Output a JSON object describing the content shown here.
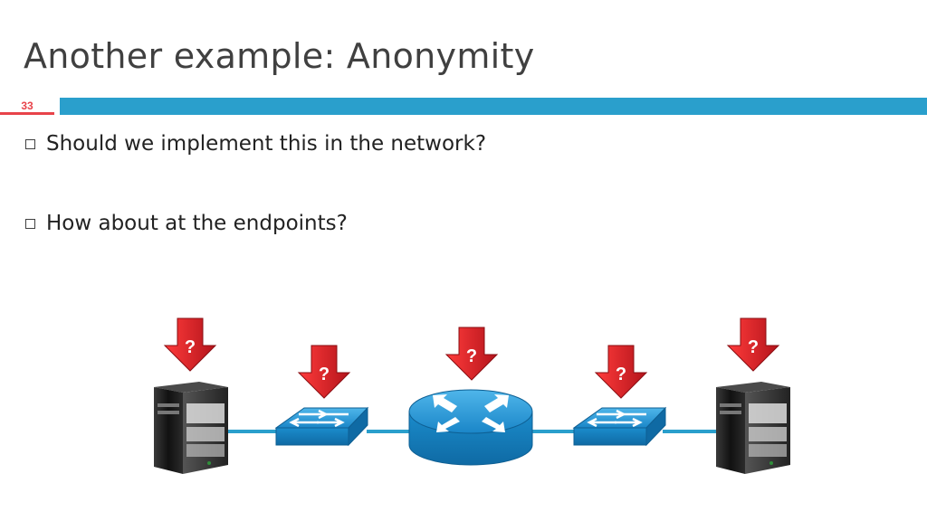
{
  "slide": {
    "title": "Another example: Anonymity",
    "number": "33"
  },
  "bullets": [
    {
      "text": "Should we implement this in the network?"
    },
    {
      "text": "How about at the endpoints?"
    }
  ],
  "diagram": {
    "markers": [
      {
        "label": "?",
        "target": "left-host"
      },
      {
        "label": "?",
        "target": "left-switch"
      },
      {
        "label": "?",
        "target": "router"
      },
      {
        "label": "?",
        "target": "right-switch"
      },
      {
        "label": "?",
        "target": "right-host"
      }
    ],
    "colors": {
      "marker_red": "#d81f26",
      "device_blue": "#1d8fd0",
      "link": "#2a9fcc",
      "server_dark": "#1a1a1a"
    }
  }
}
